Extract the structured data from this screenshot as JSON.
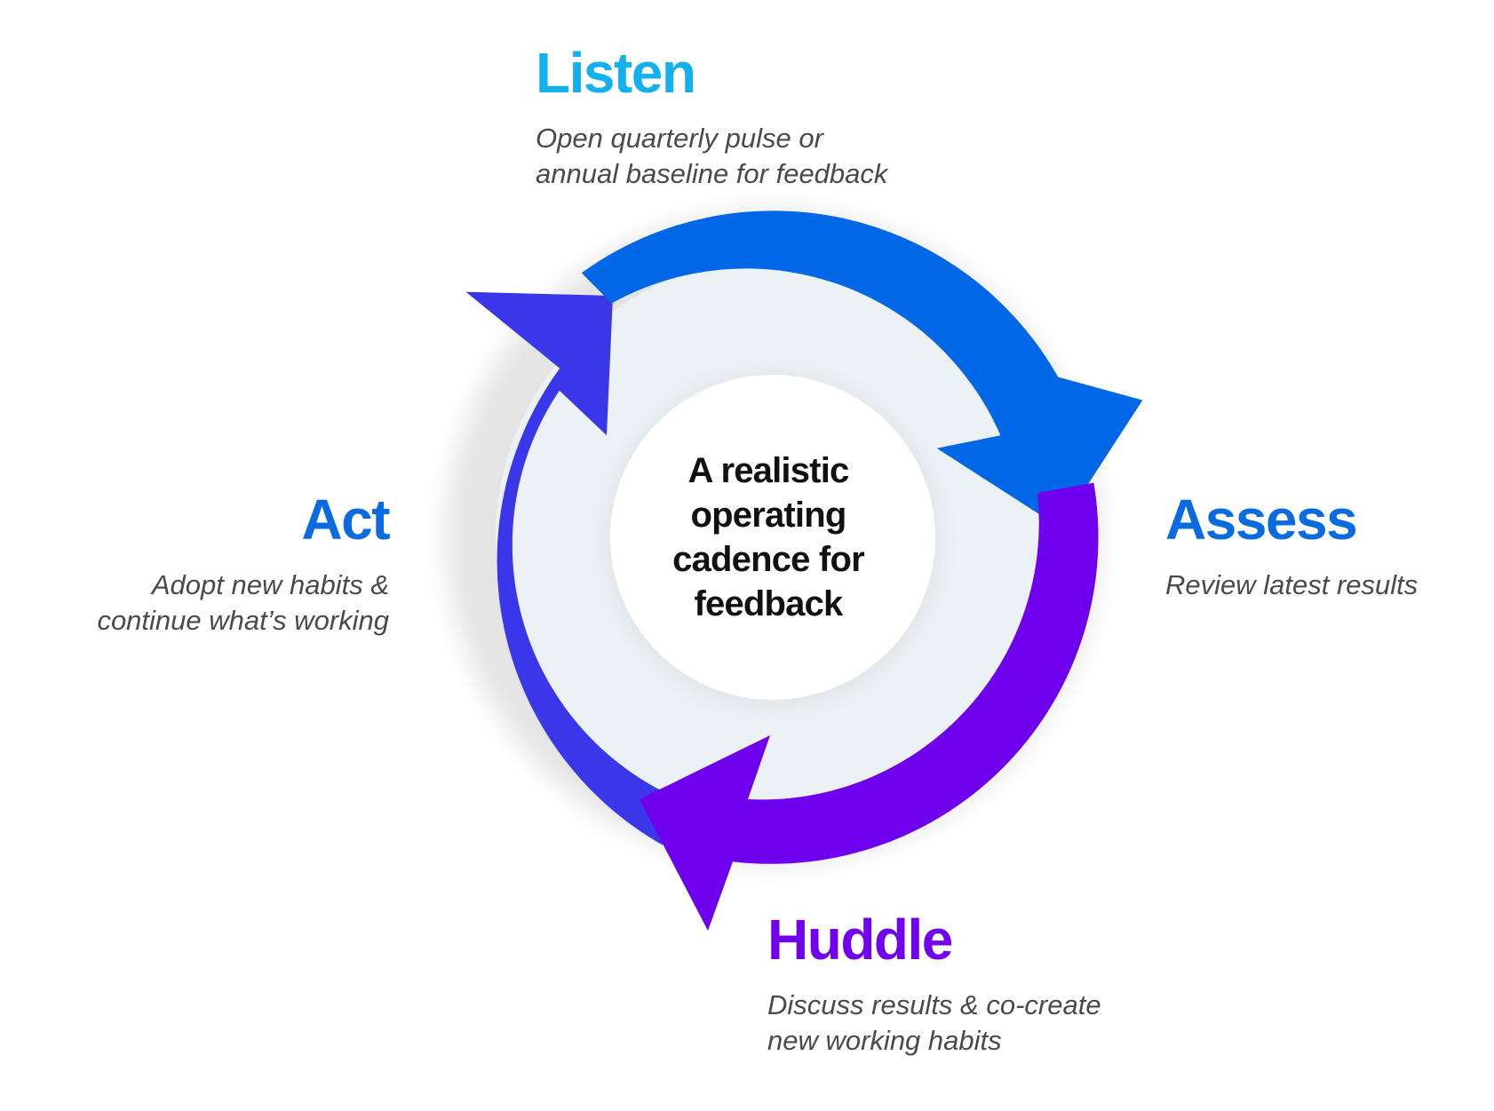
{
  "center": {
    "lines": [
      "A realistic",
      "operating",
      "cadence for",
      "feedback"
    ]
  },
  "stages": [
    {
      "id": "listen",
      "title": "Listen",
      "description_lines": [
        "Open quarterly pulse or",
        "annual baseline for feedback"
      ],
      "color": "#12b0ec"
    },
    {
      "id": "assess",
      "title": "Assess",
      "description_lines": [
        "Review latest results"
      ],
      "color": "#0a6be0"
    },
    {
      "id": "huddle",
      "title": "Huddle",
      "description_lines": [
        "Discuss results & co-create",
        "new working habits"
      ],
      "color": "#7000ee"
    },
    {
      "id": "act",
      "title": "Act",
      "description_lines": [
        "Adopt new habits &",
        "continue what’s working"
      ],
      "color": "#0a6be0"
    }
  ],
  "arrow_colors": {
    "top_right": "#0068e6",
    "bottom_right": "#6e00ee",
    "left": "#3a37ea"
  },
  "fill_colors": {
    "inner_disc": "#ecf1f6",
    "center_disc": "#ffffff"
  }
}
